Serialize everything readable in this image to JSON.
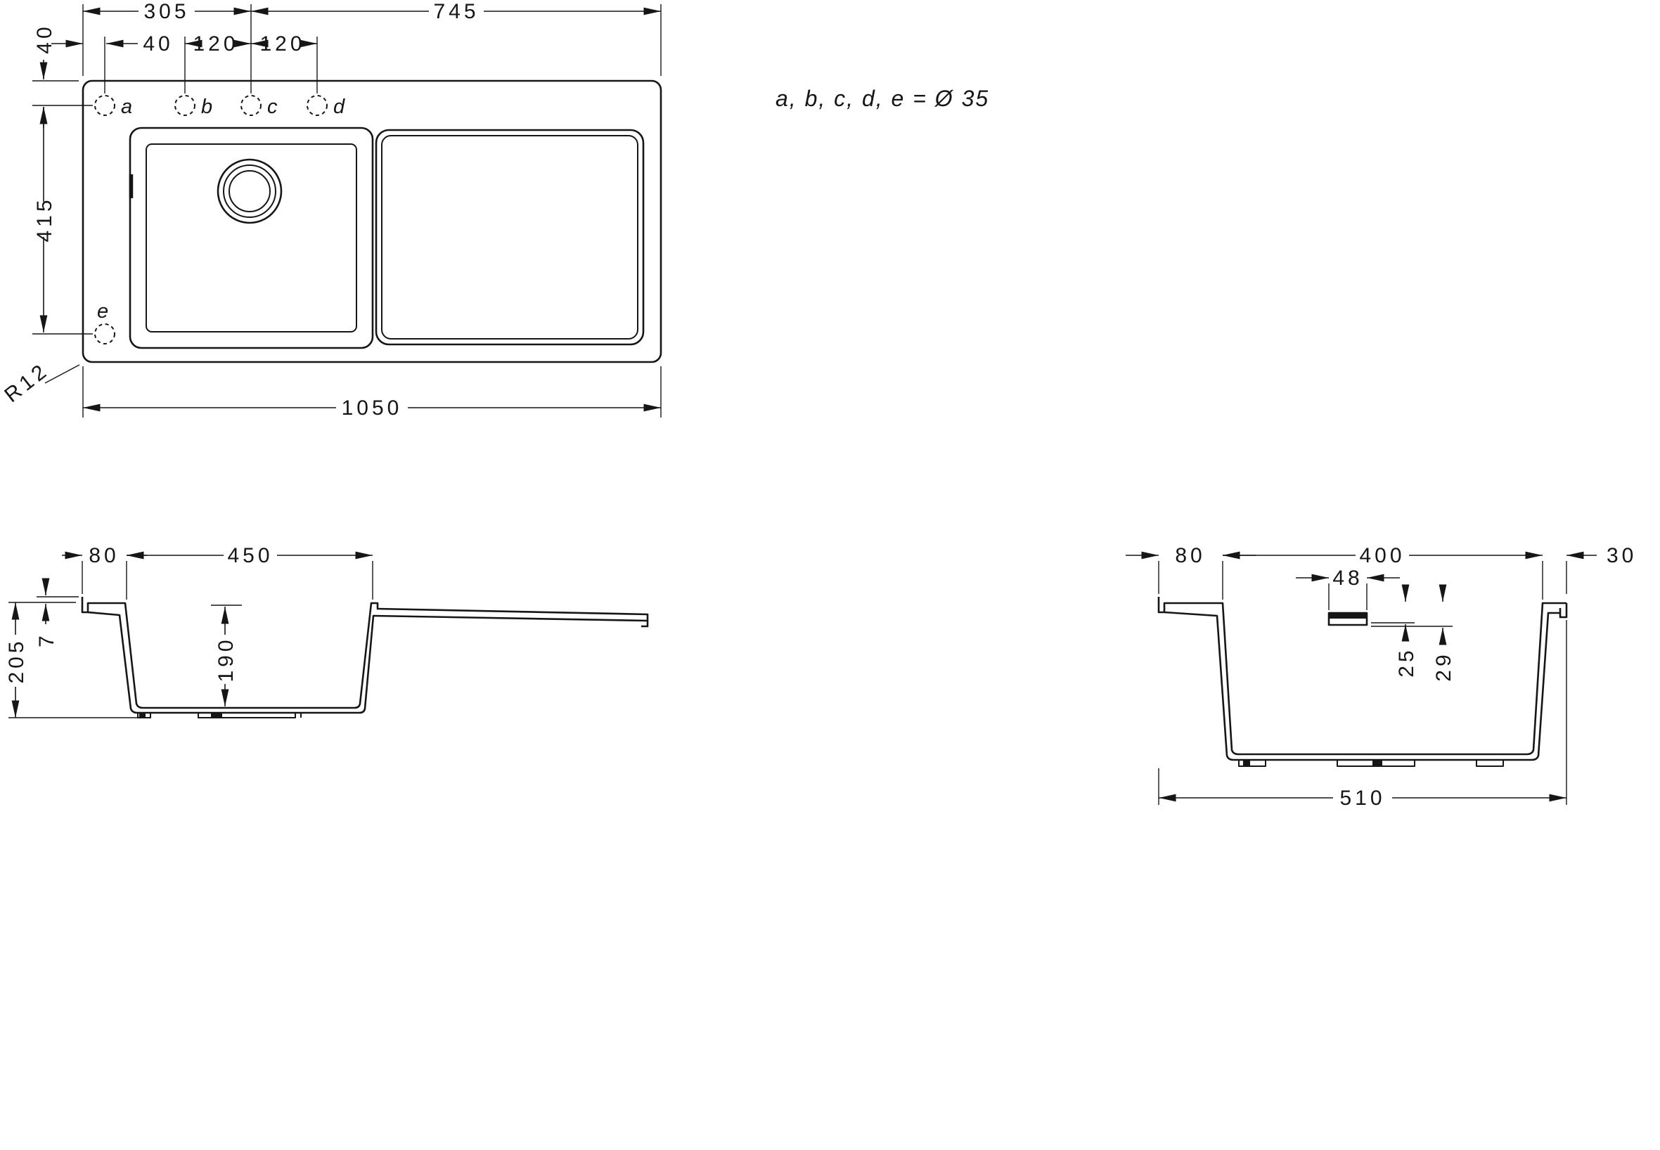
{
  "top_view": {
    "dim_305": "305",
    "dim_745": "745",
    "dim_40_edge": "40",
    "dim_40_top": "40",
    "dim_120_a": "120",
    "dim_120_b": "120",
    "dim_415": "415",
    "dim_1050": "1050",
    "radius": "R12",
    "hole_a": "a",
    "hole_b": "b",
    "hole_c": "c",
    "hole_d": "d",
    "hole_e": "e",
    "note": "a, b, c, d, e = Ø 35"
  },
  "front_section": {
    "dim_80": "80",
    "dim_450": "450",
    "dim_205": "205",
    "dim_7": "7",
    "dim_190": "190"
  },
  "side_section": {
    "dim_80": "80",
    "dim_400": "400",
    "dim_30": "30",
    "dim_48": "48",
    "dim_25": "25",
    "dim_29": "29",
    "dim_510": "510"
  }
}
